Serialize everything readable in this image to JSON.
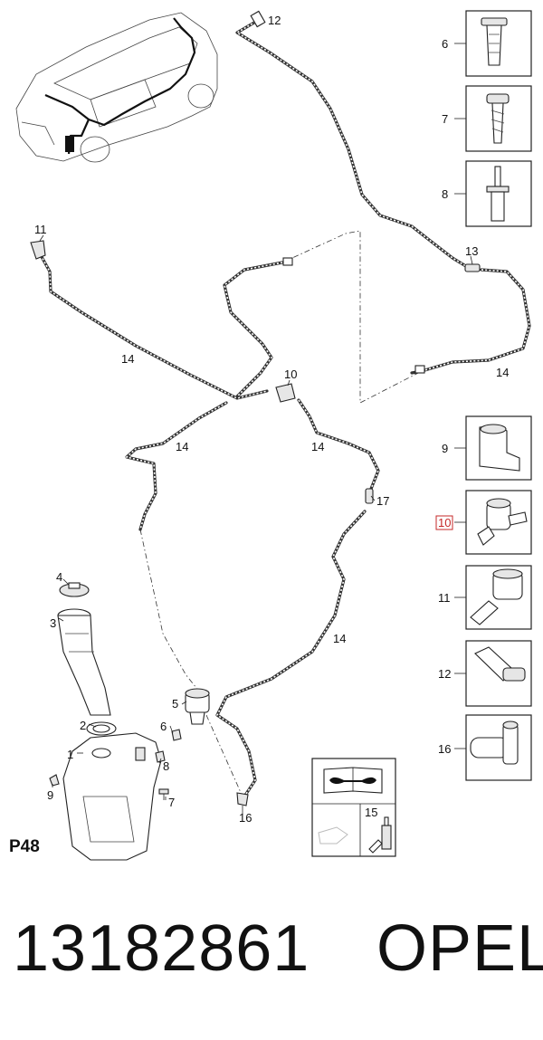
{
  "diagram": {
    "callouts": {
      "c1": "1",
      "c2": "2",
      "c3": "3",
      "c4": "4",
      "c5": "5",
      "c6": "6",
      "c7": "7",
      "c8": "8",
      "c9": "9",
      "c10": "10",
      "c11": "11",
      "c12": "12",
      "c13": "13",
      "c14": "14",
      "c15": "15",
      "c16": "16",
      "c17": "17"
    },
    "side_panel": [
      "6",
      "7",
      "8",
      "9",
      "10",
      "11",
      "12",
      "16"
    ],
    "highlighted_callout": "10",
    "highlight_color": "#c62828",
    "icons": [
      "car-location-icon",
      "manual-book-wrench-icon",
      "oil-can-icon",
      "lubricant-bottle-icon"
    ]
  },
  "page_code": "P48",
  "footer": {
    "part_number": "13182861",
    "brand": "OPEL"
  }
}
